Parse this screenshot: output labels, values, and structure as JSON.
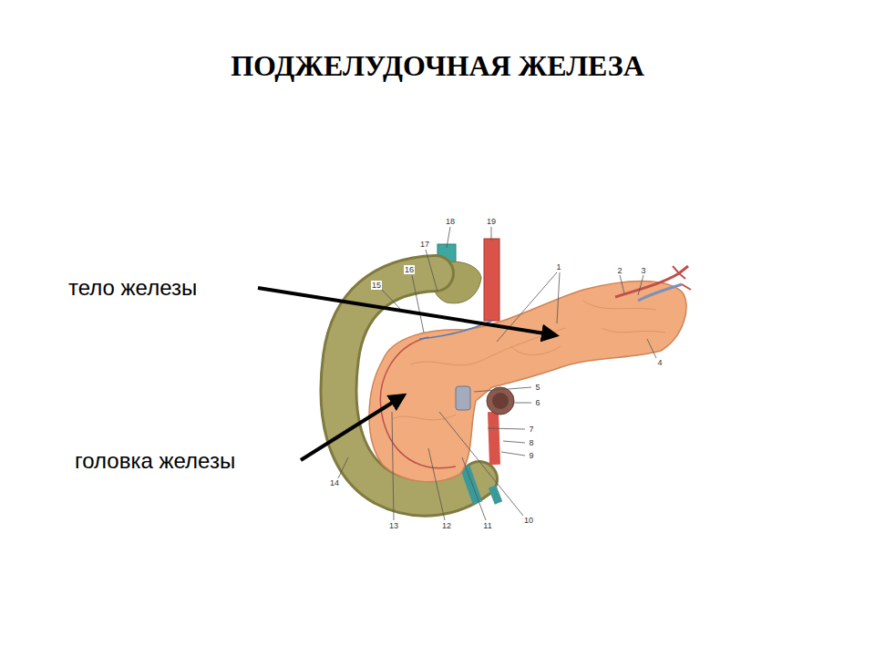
{
  "diagram": {
    "title": "ПОДЖЕЛУДОЧНАЯ ЖЕЛЕЗА",
    "labels": [
      "тело железы",
      "головка железы",
      "1",
      "2",
      "3",
      "4",
      "5",
      "6",
      "7",
      "8",
      "9",
      "10",
      "11",
      "12",
      "13",
      "14",
      "15",
      "16",
      "17",
      "18",
      "19"
    ]
  }
}
